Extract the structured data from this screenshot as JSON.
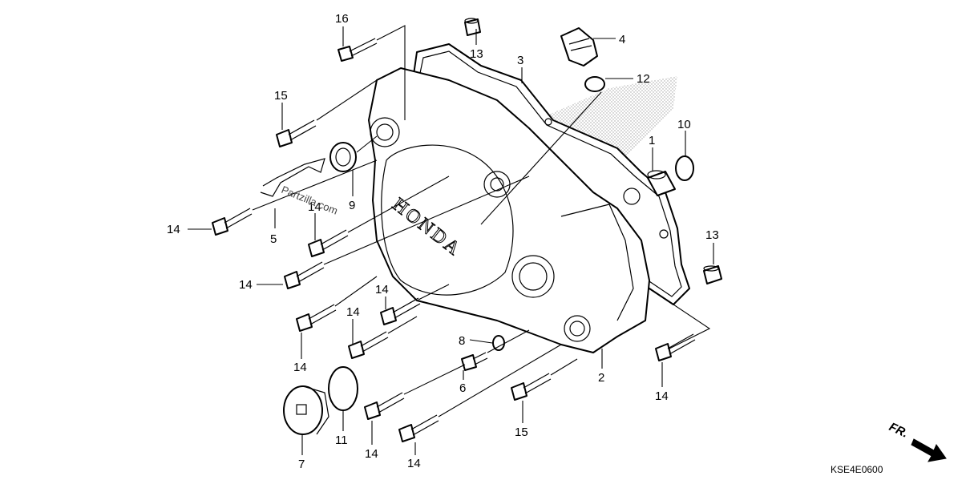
{
  "diagram": {
    "callouts": {
      "p1": "1",
      "p2": "2",
      "p3": "3",
      "p4": "4",
      "p5": "5",
      "p6": "6",
      "p7": "7",
      "p8": "8",
      "p9": "9",
      "p10": "10",
      "p11": "11",
      "p12": "12",
      "p13a": "13",
      "p13b": "13",
      "p14a": "14",
      "p14b": "14",
      "p14c": "14",
      "p14d": "14",
      "p14e": "14",
      "p14f": "14",
      "p14g": "14",
      "p14h": "14",
      "p14i": "14",
      "p15a": "15",
      "p15b": "15",
      "p16": "16"
    },
    "cover_emboss": "HONDA",
    "watermark": "Partzilla.com",
    "front_marker": "FR.",
    "diagram_code": "KSE4E0600"
  }
}
